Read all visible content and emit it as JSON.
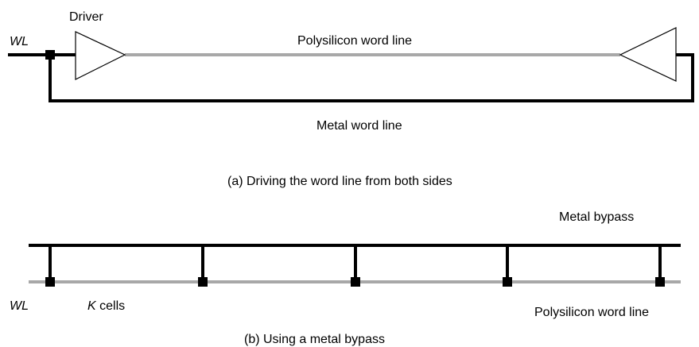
{
  "colors": {
    "metal": "#000000",
    "poly": "#a8a8a8",
    "background": "#ffffff"
  },
  "panel_a": {
    "driver_label": "Driver",
    "wl_label": "WL",
    "poly_label": "Polysilicon word line",
    "metal_label": "Metal word line",
    "caption": "(a) Driving the word line from both sides"
  },
  "panel_b": {
    "bypass_label": "Metal bypass",
    "wl_label": "WL",
    "k_label": "K",
    "cells_label": " cells",
    "poly_label": "Polysilicon word line",
    "caption": "(b) Using a metal bypass"
  }
}
